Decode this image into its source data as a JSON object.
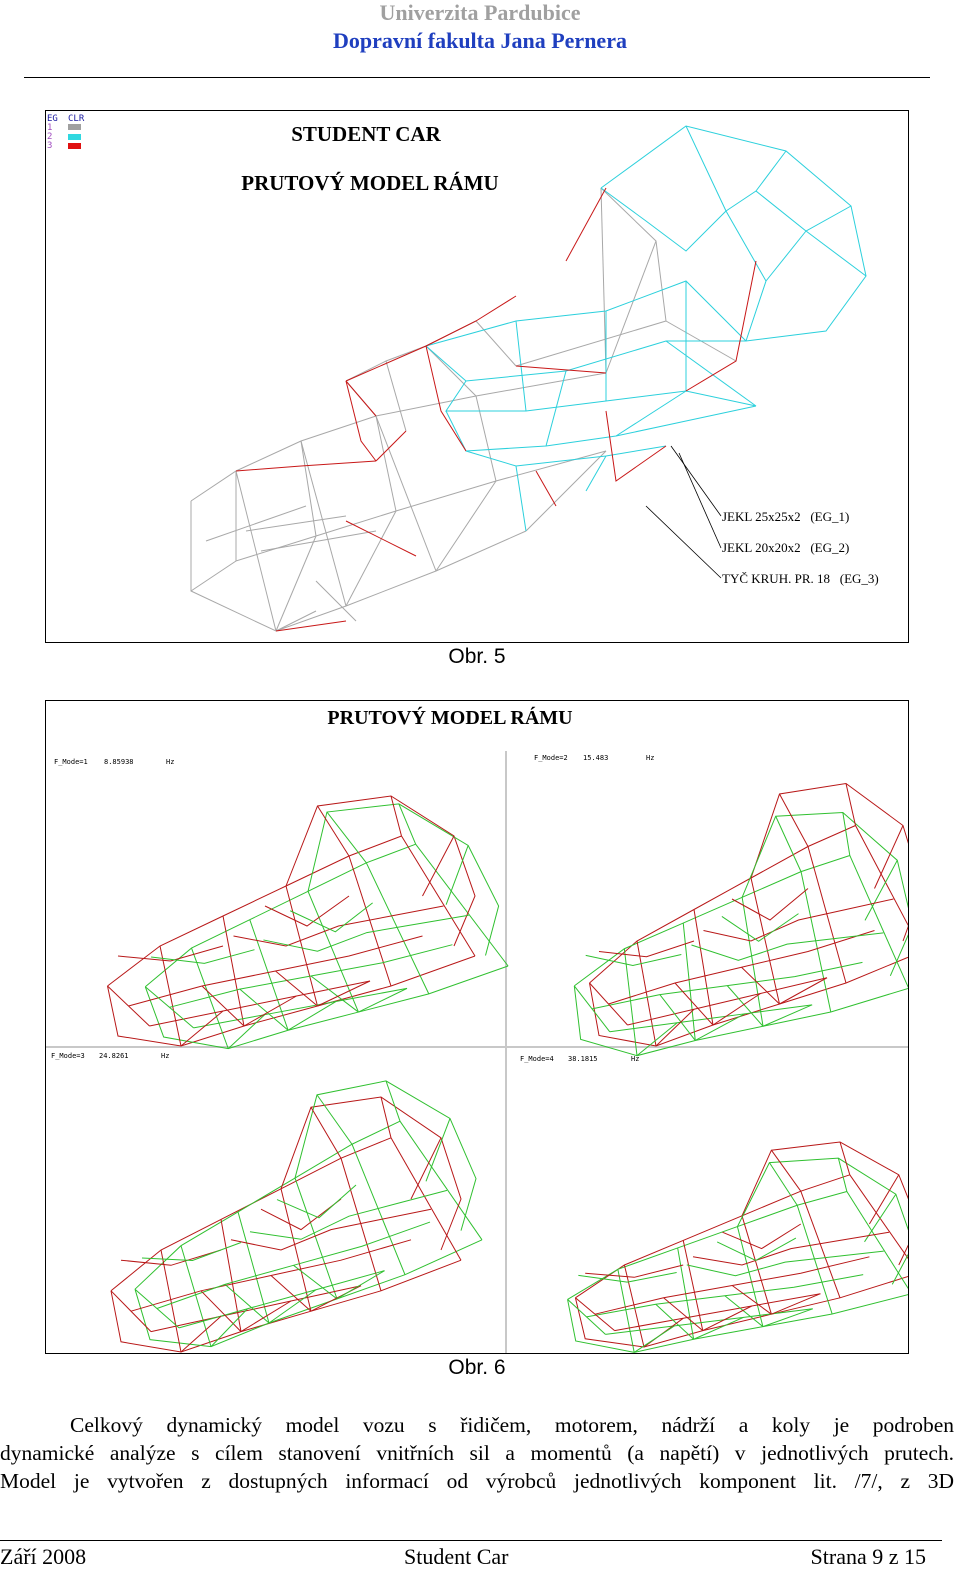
{
  "header": {
    "university": "Univerzita Pardubice",
    "faculty": "Dopravní fakulta Jana Pernera"
  },
  "figure5": {
    "title_line1": "STUDENT CAR",
    "title_line2": "PRUTOVÝ MODEL RÁMU",
    "legend": {
      "col1": "EG",
      "col2": "CLR",
      "rows": [
        {
          "label": "1",
          "color": "#a0a0a0"
        },
        {
          "label": "2",
          "color": "#30d8e0"
        },
        {
          "label": "3",
          "color": "#e01010"
        }
      ]
    },
    "annotations": [
      "JEKL 25x25x2   (EG_1)",
      "JEKL 20x20x2   (EG_2)",
      "TYČ KRUH. PR. 18   (EG_3)"
    ],
    "colors": {
      "grey": "#a8a8a8",
      "cyan": "#2cd0dc",
      "red": "#c81818"
    },
    "caption": "Obr. 5"
  },
  "figure6": {
    "title": "PRUTOVÝ MODEL RÁMU",
    "panels": [
      {
        "mode": "F_Mode=1",
        "value": "8.85938",
        "unit": "Hz"
      },
      {
        "mode": "F_Mode=2",
        "value": "15.483",
        "unit": "Hz"
      },
      {
        "mode": "F_Mode=3",
        "value": "24.8261",
        "unit": "Hz"
      },
      {
        "mode": "F_Mode=4",
        "value": "38.1815",
        "unit": "Hz"
      }
    ],
    "colors": {
      "red": "#b81818",
      "green": "#30c030"
    },
    "caption": "Obr. 6"
  },
  "paragraph_lines": [
    "Celkový dynamický model vozu s řidičem, motorem, nádrží a koly je podroben",
    "dynamické analýze s cílem stanovení vnitřních sil a momentů (a napětí) v jednotlivých prutech.",
    "Model je vytvořen z dostupných informací od výrobců jednotlivých komponent lit. /7/, z 3D"
  ],
  "footer": {
    "date": "Září 2008",
    "title": "Student Car",
    "page": "Strana 9 z 15"
  }
}
